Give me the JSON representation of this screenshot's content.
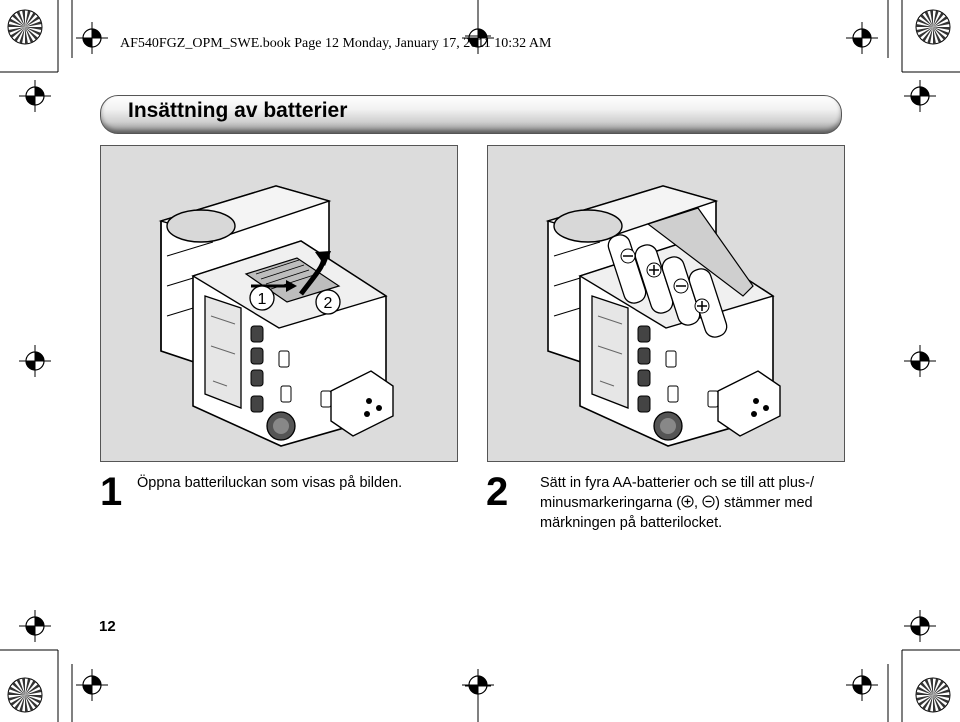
{
  "header": {
    "book_line": "AF540FGZ_OPM_SWE.book  Page 12  Monday, January 17, 2011  10:32 AM"
  },
  "section": {
    "title": "Insättning av batterier"
  },
  "figures": {
    "left": {
      "callout_1": "1",
      "callout_2": "2"
    },
    "right": {}
  },
  "steps": [
    {
      "number": "1",
      "line1": "Öppna batteriluckan som visas på bilden."
    },
    {
      "number": "2",
      "line1": "Sätt in fyra AA-batterier och se till att plus-/",
      "line2_pre": "minusmarkeringarna (",
      "line2_sep": ", ",
      "line2_post": ") stämmer med",
      "line3": "märkningen på batterilocket."
    }
  ],
  "footer": {
    "page_number": "12"
  },
  "icons": [
    "registration-mark-icon",
    "plus-symbol-icon",
    "minus-symbol-icon",
    "open-arrow-icon"
  ]
}
